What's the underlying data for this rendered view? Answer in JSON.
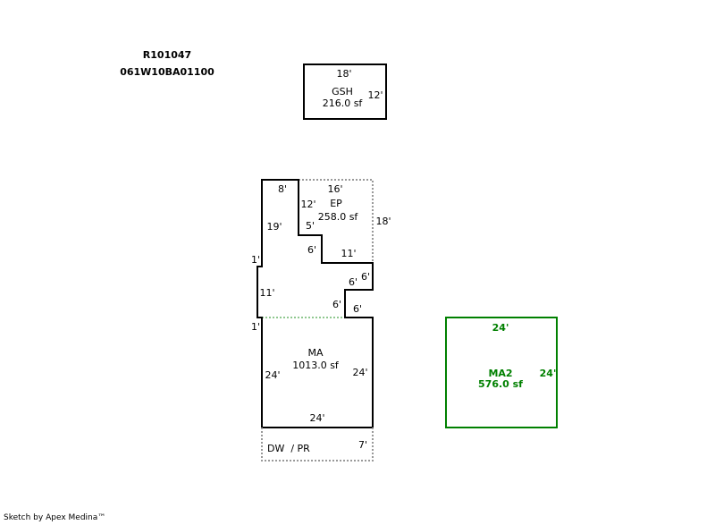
{
  "header": {
    "parcel_id": "R101047",
    "map_number": "061W10BA01100"
  },
  "areas": {
    "gsh": {
      "name": "GSH",
      "area": "216.0 sf",
      "dims": [
        "18'",
        "12'"
      ]
    },
    "ep": {
      "name": "EP",
      "area": "258.0 sf",
      "dims": [
        "16'",
        "18'",
        "12'",
        "5'",
        "6'",
        "11'"
      ]
    },
    "ma": {
      "name": "MA",
      "area": "1013.0 sf",
      "dims": [
        "8'",
        "19'",
        "1'",
        "11'",
        "1'",
        "6'",
        "6'",
        "6'",
        "6'",
        "24'",
        "24'",
        "24'"
      ]
    },
    "dwpr": {
      "name": "DW  / PR",
      "dims": [
        "7'"
      ]
    },
    "ma2": {
      "name": "MA2",
      "area": "576.0 sf",
      "dims": [
        "24'",
        "24'"
      ]
    }
  },
  "colors": {
    "outline": "#000000",
    "ma2": "#008000",
    "dotted": "#999999",
    "dotted_green": "#90c890"
  },
  "footer": "Sketch by Apex Medina™"
}
